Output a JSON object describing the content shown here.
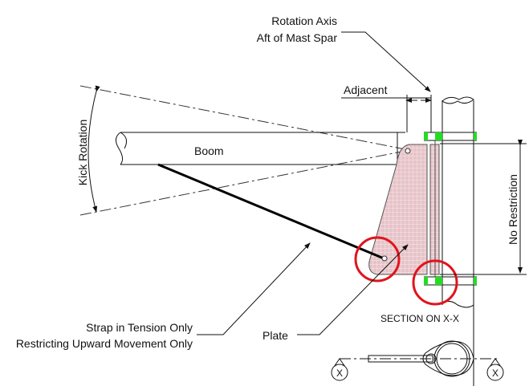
{
  "labels": {
    "rotation_axis_line1": "Rotation Axis",
    "rotation_axis_line2": "Aft of Mast Spar",
    "adjacent": "Adjacent",
    "boom": "Boom",
    "kick_rotation": "Kick Rotation",
    "no_restriction": "No Restriction",
    "strap_line1": "Strap in Tension Only",
    "strap_line2": "Restricting Upward Movement Only",
    "plate": "Plate",
    "section": "SECTION ON X-X",
    "section_marker_left": "X",
    "section_marker_right": "X"
  },
  "colors": {
    "plate_fill": "#e8c8cc",
    "highlight_circle": "#e0141c",
    "fitting": "#22dd22"
  }
}
